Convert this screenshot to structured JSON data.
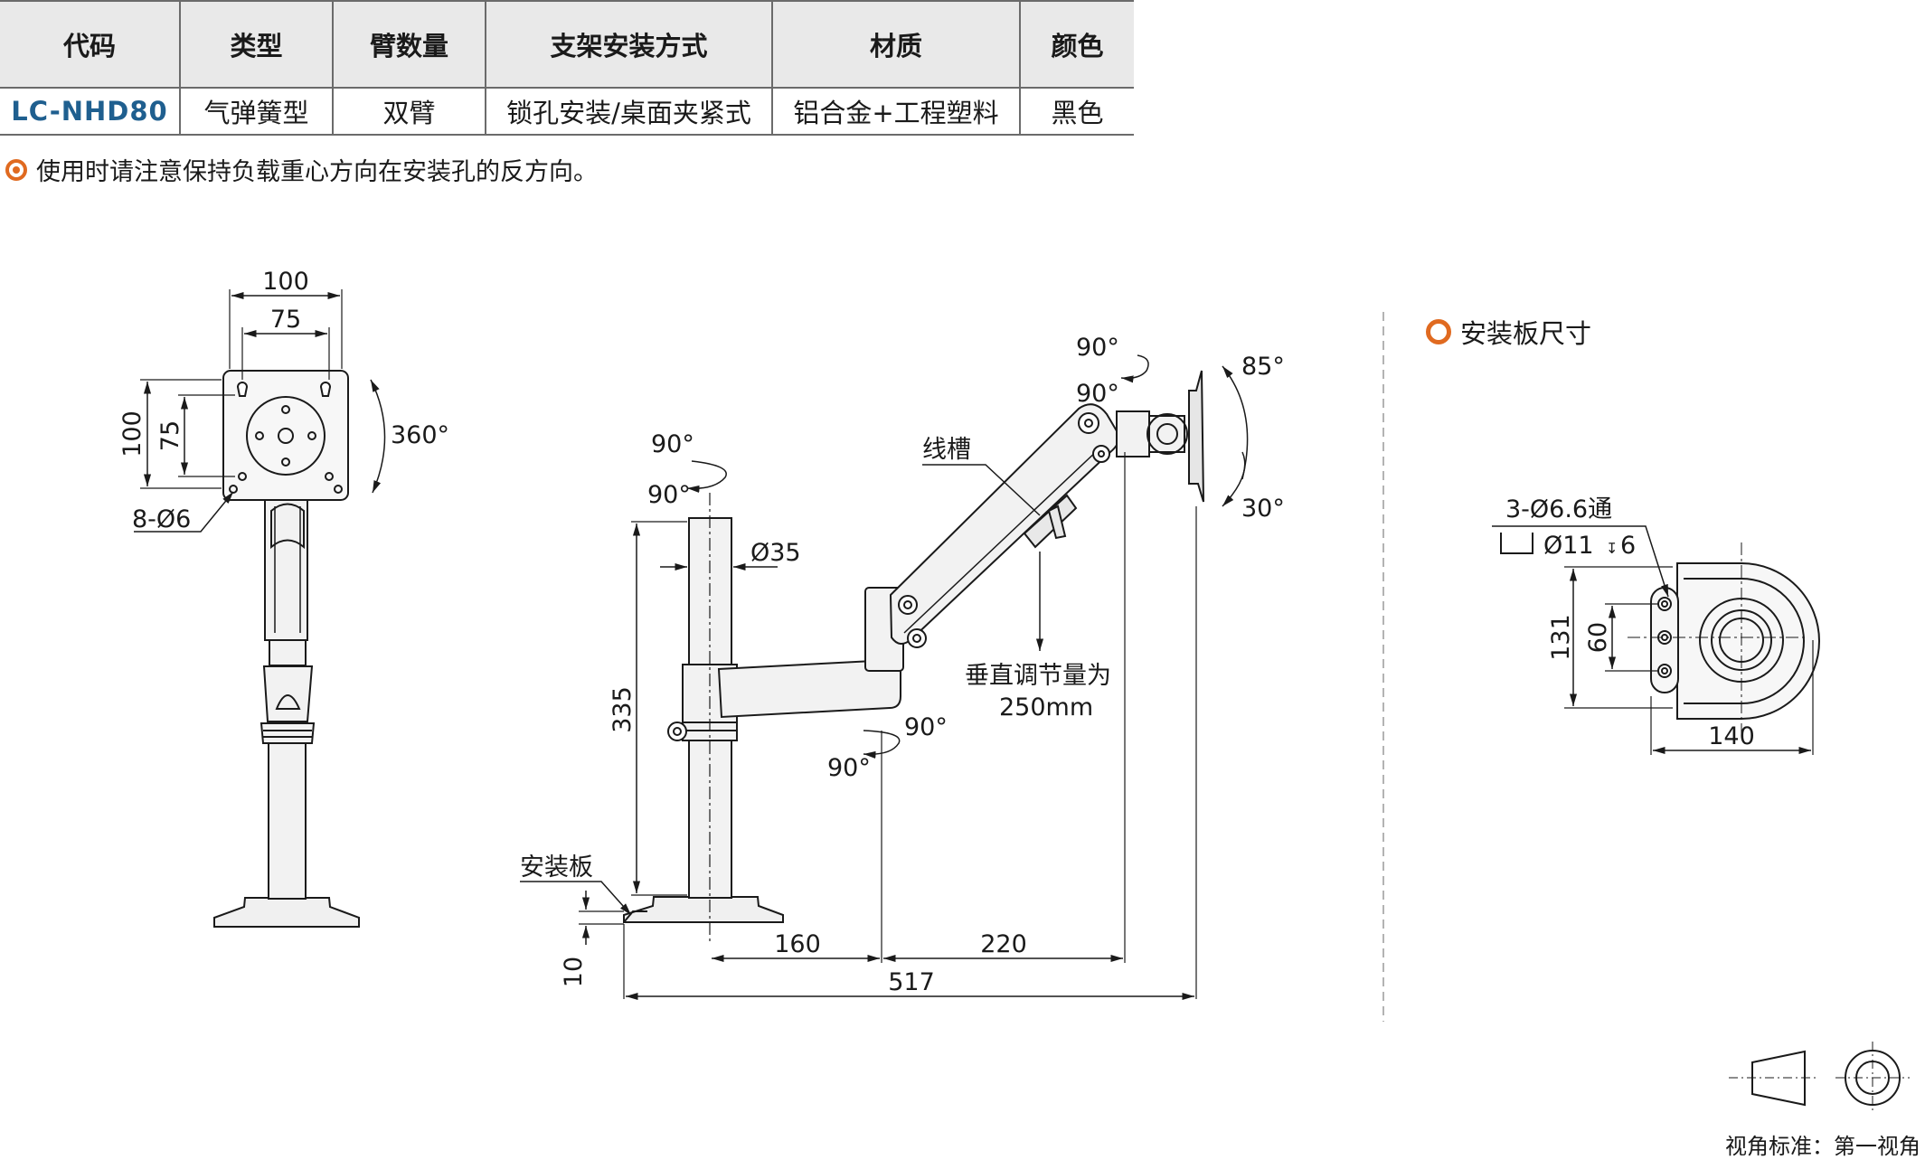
{
  "table": {
    "headers": [
      "代码",
      "类型",
      "臂数量",
      "支架安装方式",
      "材质",
      "颜色"
    ],
    "row": [
      "LC-NHD80",
      "气弹簧型",
      "双臂",
      "锁孔安装/桌面夹紧式",
      "铝合金+工程塑料",
      "黑色"
    ]
  },
  "note": "使用时请注意保持负载重心方向在安装孔的反方向。",
  "front_view": {
    "dim_100_top": "100",
    "dim_75_top": "75",
    "dim_100_side": "100",
    "dim_75_side": "75",
    "rotation": "360°",
    "holes": "8-Ø6"
  },
  "side_view": {
    "pole_rot_top": "90°",
    "pole_rot_bottom": "90°",
    "pole_dia": "Ø35",
    "pole_height": "335",
    "mount_plate_label": "安装板",
    "plate_thickness": "10",
    "cable_slot": "线槽",
    "vertical_adj_1": "垂直调节量为",
    "vertical_adj_2": "250mm",
    "head_rot_top": "90°",
    "head_rot_bottom": "90°",
    "tilt_up": "85°",
    "tilt_down": "30°",
    "mid_rot_top": "90°",
    "mid_rot_bottom": "90°",
    "dim_160": "160",
    "dim_220": "220",
    "dim_517": "517"
  },
  "plate_section": {
    "title": "安装板尺寸",
    "holes": "3-Ø6.6通",
    "counterbore": "Ø11",
    "depth": "6",
    "dim_131": "131",
    "dim_60": "60",
    "dim_140": "140"
  },
  "view_standard": "视角标准：第一视角",
  "colors": {
    "accent": "#e06a20",
    "code": "#1f5f8f",
    "line": "#1a1a1a"
  }
}
